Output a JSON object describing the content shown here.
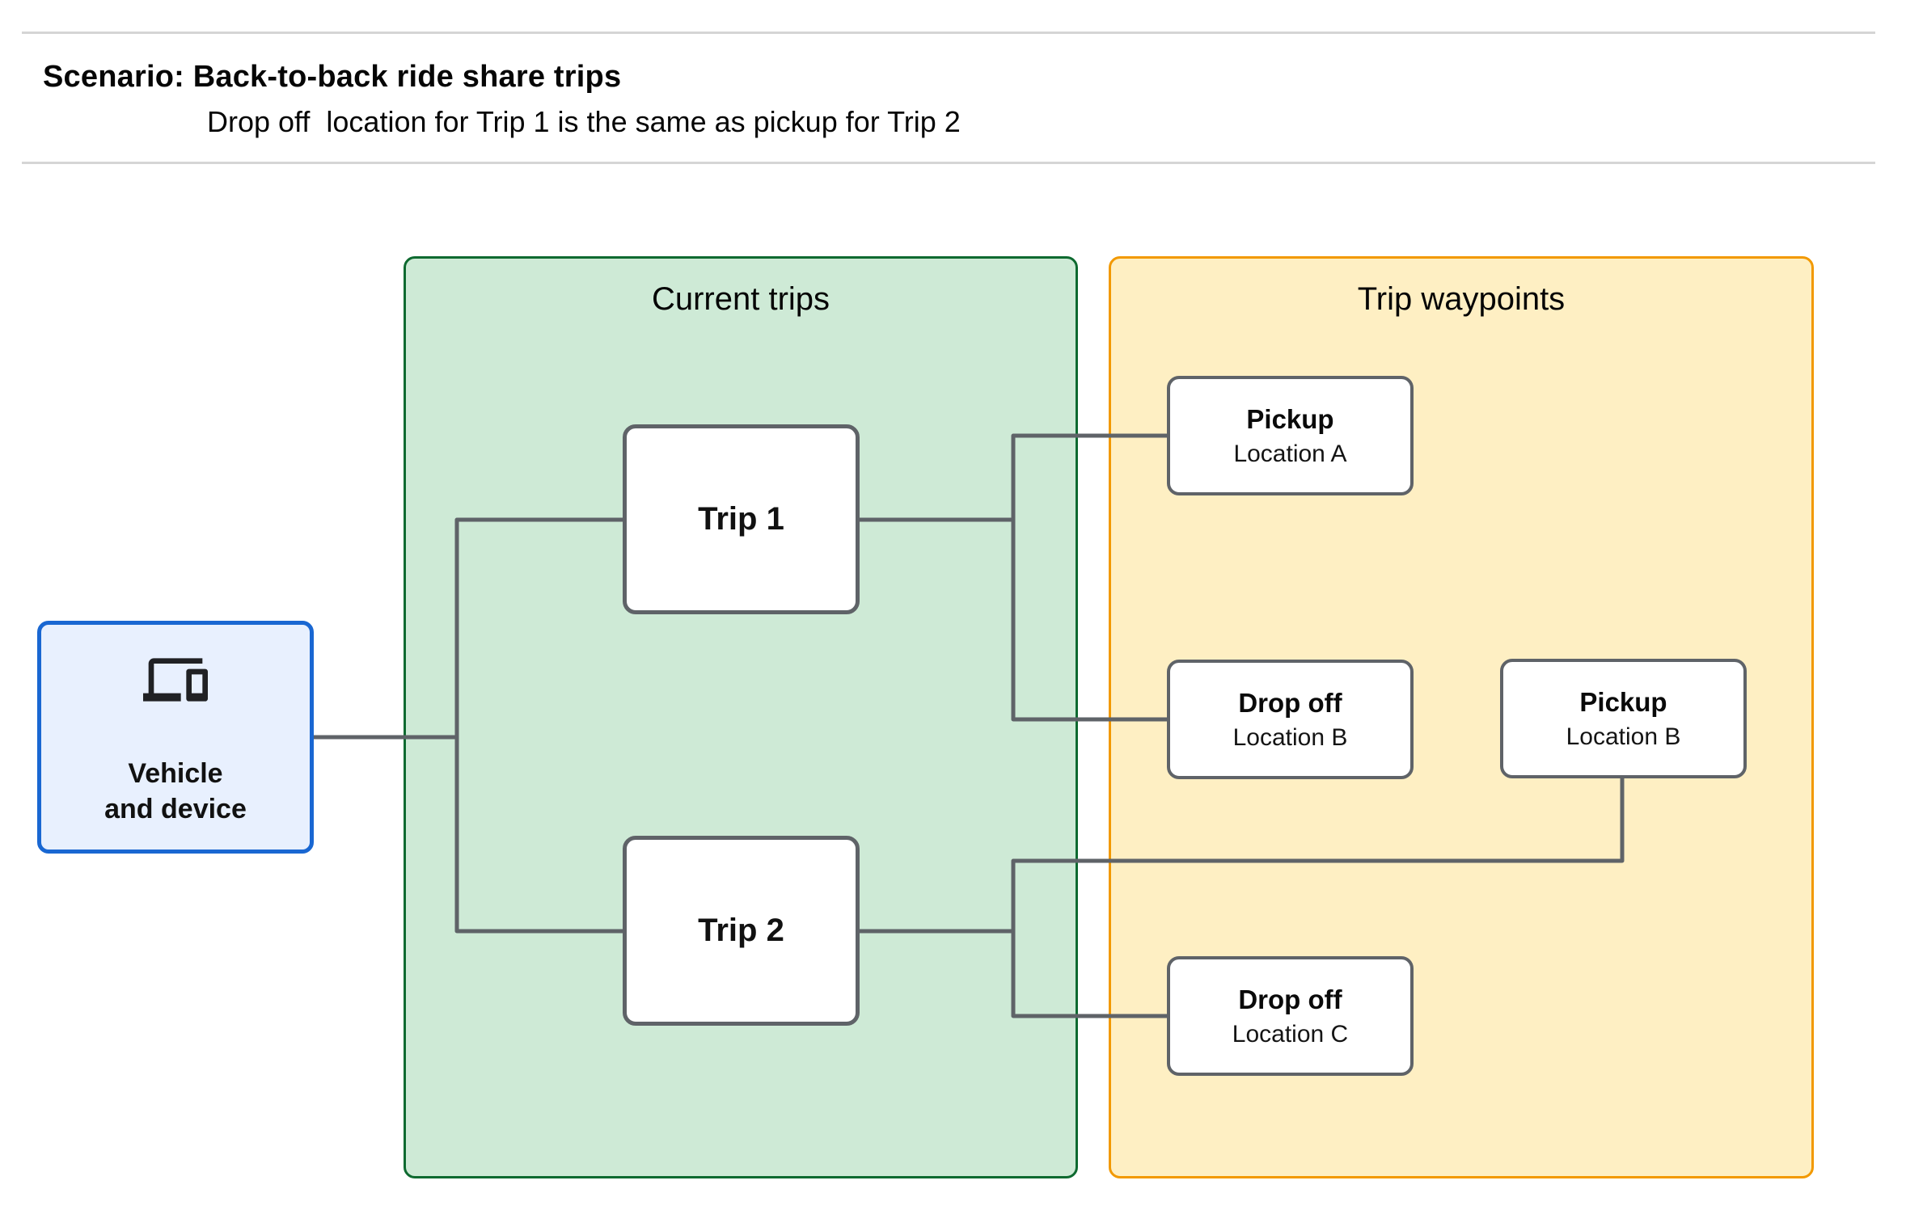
{
  "header": {
    "title": "Scenario: Back-to-back ride share trips",
    "subtitle": "Drop off  location for Trip 1 is the same as pickup for Trip 2"
  },
  "vehicle_node": {
    "icon": "devices-icon",
    "label_line1": "Vehicle",
    "label_line2": "and device"
  },
  "panels": {
    "current_trips": {
      "title": "Current trips",
      "nodes": [
        {
          "label": "Trip 1"
        },
        {
          "label": "Trip 2"
        }
      ]
    },
    "trip_waypoints": {
      "title": "Trip waypoints",
      "nodes": [
        {
          "title": "Pickup",
          "subtitle": "Location A"
        },
        {
          "title": "Drop off",
          "subtitle": "Location B"
        },
        {
          "title": "Pickup",
          "subtitle": "Location B"
        },
        {
          "title": "Drop off",
          "subtitle": "Location C"
        }
      ]
    }
  },
  "colors": {
    "green_panel_fill": "#ceead6",
    "green_panel_border": "#0e6a30",
    "yellow_panel_fill": "#feefc3",
    "yellow_panel_border": "#f29900",
    "blue_node_fill": "#e8f0fe",
    "blue_node_border": "#1967d2",
    "connector_gray": "#5f6368",
    "divider_gray": "#d5d5d5"
  }
}
